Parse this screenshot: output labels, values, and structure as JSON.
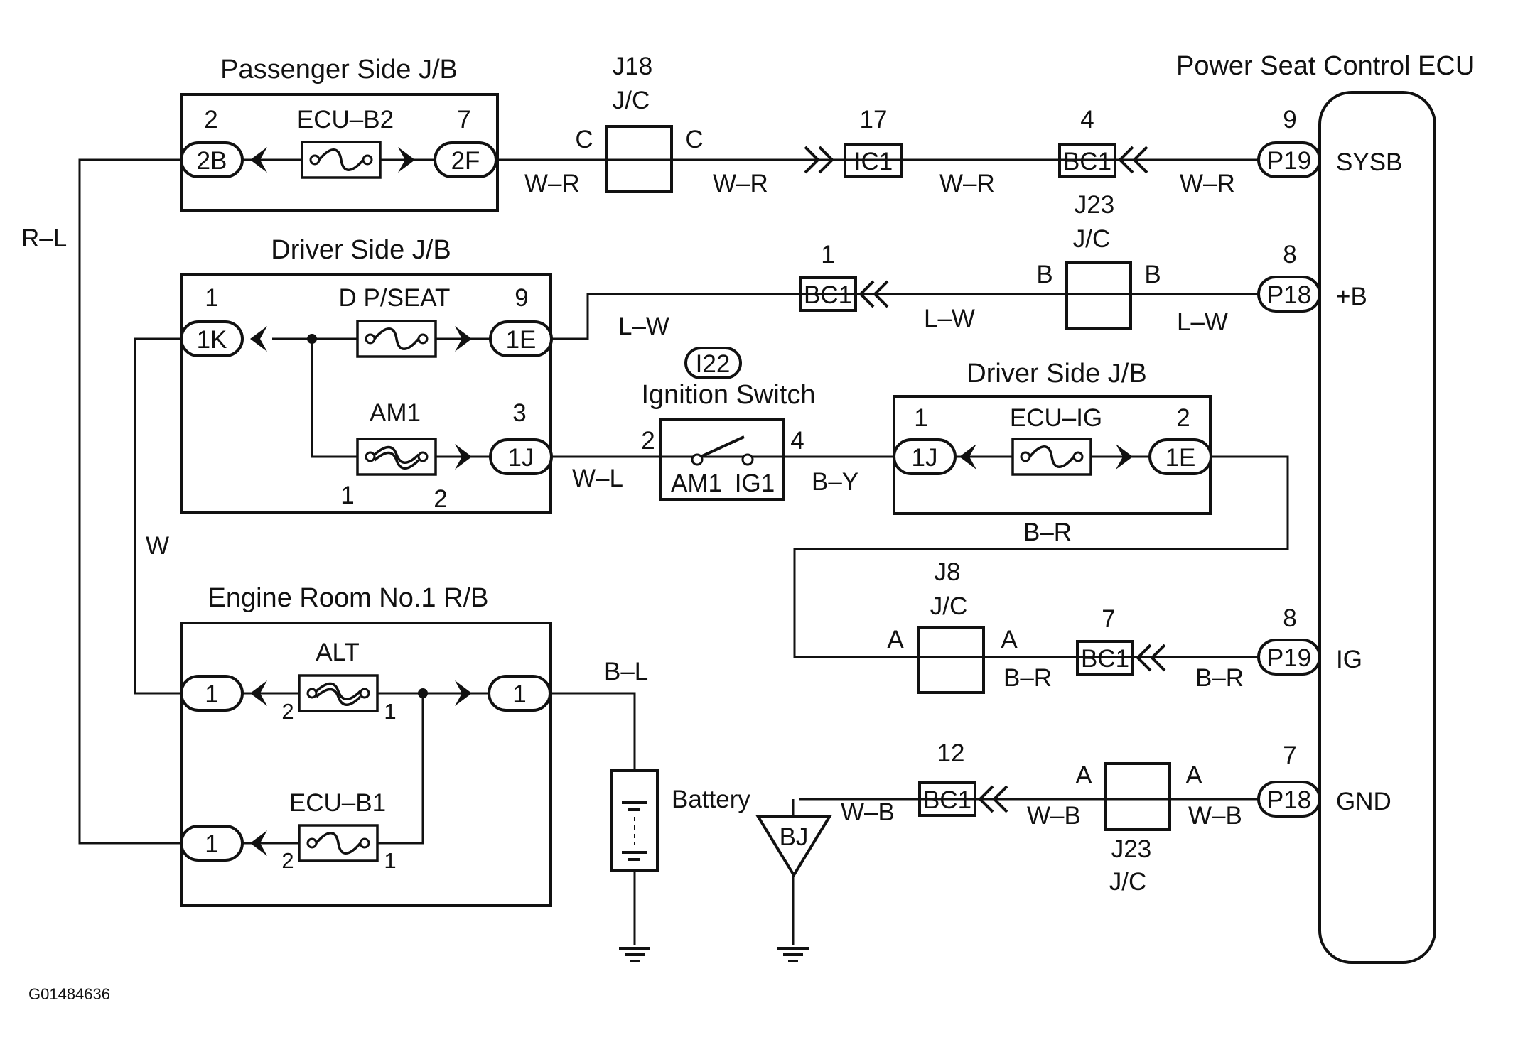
{
  "diagram_code": "G01484636",
  "ecu": {
    "title": "Power Seat Control ECU",
    "pins": [
      {
        "num": "9",
        "connector": "P19",
        "signal": "SYSB"
      },
      {
        "num": "8",
        "connector": "P18",
        "signal": "+B"
      },
      {
        "num": "8",
        "connector": "P19",
        "signal": "IG"
      },
      {
        "num": "7",
        "connector": "P18",
        "signal": "GND"
      }
    ]
  },
  "passenger_jb": {
    "title": "Passenger Side J/B",
    "fuse": "ECU–B2",
    "left_pin": "2",
    "left_conn": "2B",
    "right_pin": "7",
    "right_conn": "2F"
  },
  "driver_jb": {
    "title": "Driver Side J/B",
    "fuse_top": "D P/SEAT",
    "fuse_bottom": "AM1",
    "pin_1k_num": "1",
    "pin_1k": "1K",
    "pin_1e_num": "9",
    "pin_1e": "1E",
    "pin_1j_num": "3",
    "pin_1j": "1J",
    "am1_pin_left": "1",
    "am1_pin_right": "2"
  },
  "driver_jb2": {
    "title": "Driver Side J/B",
    "fuse": "ECU–IG",
    "left_pin": "1",
    "left_conn": "1J",
    "right_pin": "2",
    "right_conn": "1E"
  },
  "engine_rb": {
    "title": "Engine Room No.1 R/B",
    "fuse_alt": "ALT",
    "fuse_ecu": "ECU–B1",
    "pin": "1",
    "fuse_pin_left": "2",
    "fuse_pin_right": "1"
  },
  "ignition": {
    "connector": "I22",
    "title": "Ignition Switch",
    "pin_left": "2",
    "pin_right": "4",
    "term_am1": "AM1",
    "term_ig1": "IG1"
  },
  "junction_connectors": {
    "j18": {
      "name": "J18",
      "type": "J/C",
      "pin": "C"
    },
    "j23_top": {
      "name": "J23",
      "type": "J/C",
      "pin": "B"
    },
    "j8": {
      "name": "J8",
      "type": "J/C",
      "pin": "A"
    },
    "j23_bottom": {
      "name": "J23",
      "type": "J/C",
      "pin": "A"
    }
  },
  "inline_connectors": {
    "ic1": {
      "num": "17",
      "name": "IC1"
    },
    "bc1_sysb": {
      "num": "4",
      "name": "BC1"
    },
    "bc1_b": {
      "num": "1",
      "name": "BC1"
    },
    "bc1_ig": {
      "num": "7",
      "name": "BC1"
    },
    "bc1_gnd": {
      "num": "12",
      "name": "BC1"
    }
  },
  "wires": {
    "r_l": "R–L",
    "w": "W",
    "w_r": "W–R",
    "l_w": "L–W",
    "w_l": "W–L",
    "b_y": "B–Y",
    "b_r": "B–R",
    "b_l": "B–L",
    "w_b": "W–B"
  },
  "battery": {
    "label": "Battery"
  },
  "ground_point": {
    "label": "BJ"
  }
}
